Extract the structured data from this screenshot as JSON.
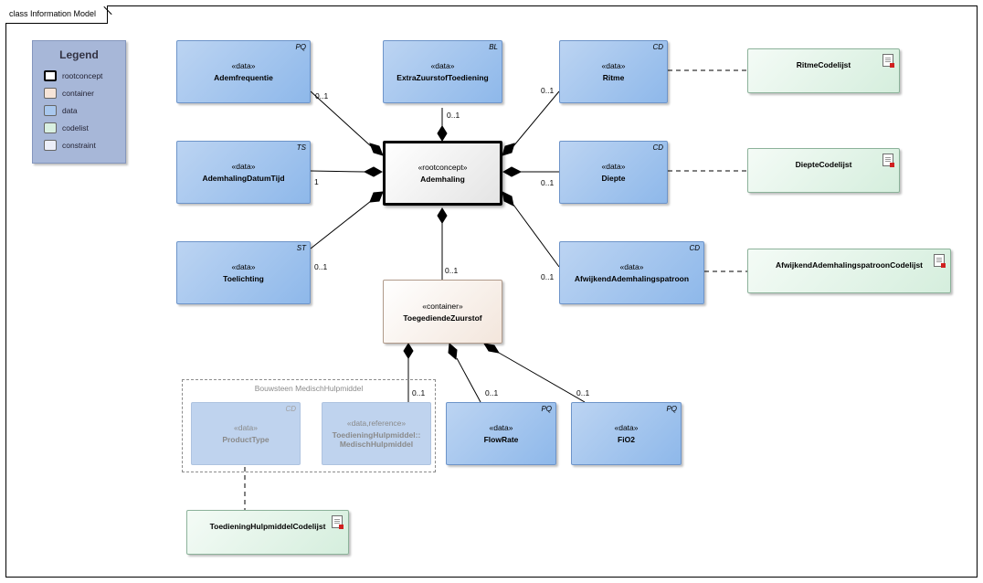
{
  "frame_title": "class Information Model",
  "legend": {
    "title": "Legend",
    "items": [
      {
        "label": "rootconcept",
        "color": "#ffffff"
      },
      {
        "label": "container",
        "color": "#f6e4d8"
      },
      {
        "label": "data",
        "color": "#a9c8ee"
      },
      {
        "label": "codelist",
        "color": "#d9f0e1"
      },
      {
        "label": "constraint",
        "color": "#eceef8"
      }
    ]
  },
  "boundary_label": "Bouwsteen MedischHulpmiddel",
  "nodes": {
    "ademfrequentie": {
      "stereotype": "«data»",
      "name": "Ademfrequentie",
      "tag": "PQ"
    },
    "extrazuurstof": {
      "stereotype": "«data»",
      "name": "ExtraZuurstofToediening",
      "tag": "BL"
    },
    "ritme": {
      "stereotype": "«data»",
      "name": "Ritme",
      "tag": "CD"
    },
    "ademhalingdatumtijd": {
      "stereotype": "«data»",
      "name": "AdemhalingDatumTijd",
      "tag": "TS"
    },
    "ademhaling": {
      "stereotype": "«rootconcept»",
      "name": "Ademhaling"
    },
    "diepte": {
      "stereotype": "«data»",
      "name": "Diepte",
      "tag": "CD"
    },
    "toelichting": {
      "stereotype": "«data»",
      "name": "Toelichting",
      "tag": "ST"
    },
    "toegediende": {
      "stereotype": "«container»",
      "name": "ToegediendeZuurstof"
    },
    "afwijkend": {
      "stereotype": "«data»",
      "name": "AfwijkendAdemhalingspatroon",
      "tag": "CD"
    },
    "producttype": {
      "stereotype": "«data»",
      "name": "ProductType",
      "tag": "CD"
    },
    "medischhulpmiddel": {
      "stereotype": "«data,reference»",
      "name_line1": "ToedieningHulpmiddel::",
      "name_line2": "MedischHulpmiddel"
    },
    "flowrate": {
      "stereotype": "«data»",
      "name": "FlowRate",
      "tag": "PQ"
    },
    "fio2": {
      "stereotype": "«data»",
      "name": "FiO2",
      "tag": "PQ"
    }
  },
  "codelists": {
    "ritme": "RitmeCodelijst",
    "diepte": "DiepteCodelijst",
    "afwijkend": "AfwijkendAdemhalingspatroonCodelijst",
    "hulpmiddel": "ToedieningHulpmiddelCodelijst"
  },
  "multiplicities": {
    "ademfrequentie": "0..1",
    "extrazuurstof": "0..1",
    "ritme": "0..1",
    "ademhalingdatumtijd": "1",
    "diepte": "0..1",
    "toelichting": "0..1",
    "toegediende": "0..1",
    "afwijkend": "0..1",
    "medischhulpmiddel": "0..1",
    "flowrate": "0..1",
    "fio2": "0..1"
  }
}
